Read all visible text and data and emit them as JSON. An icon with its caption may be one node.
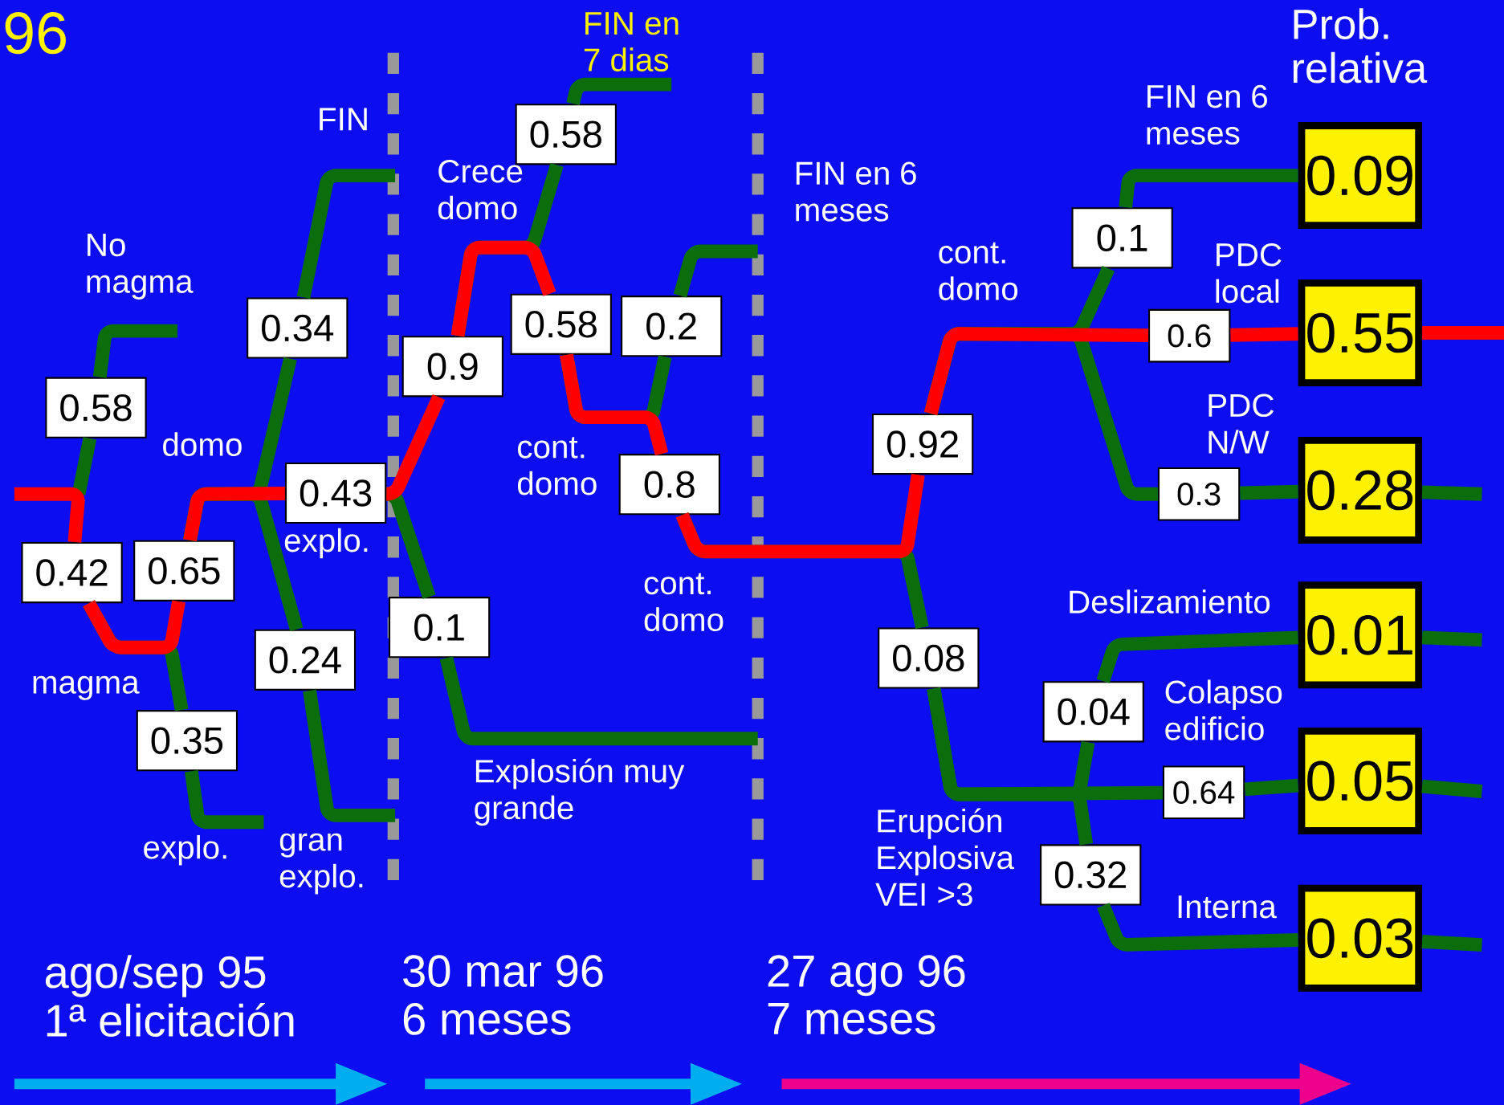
{
  "diagram": {
    "nodes": [
      {
        "text": [
          "0.58"
        ]
      },
      {
        "text": [
          "0.42"
        ]
      },
      {
        "text": [
          "0.65"
        ]
      },
      {
        "text": [
          "0.35"
        ]
      },
      {
        "text": [
          "0.34"
        ]
      },
      {
        "text": [
          "0.43"
        ]
      },
      {
        "text": [
          "0.24"
        ]
      },
      {
        "text": [
          "0.9"
        ]
      },
      {
        "text": [
          "0.1"
        ]
      },
      {
        "text": [
          "0.58"
        ]
      },
      {
        "text": [
          "0.58"
        ]
      },
      {
        "text": [
          "0.2"
        ]
      },
      {
        "text": [
          "0.8"
        ]
      },
      {
        "text": [
          "0.92"
        ]
      },
      {
        "text": [
          "0.08"
        ]
      },
      {
        "text": [
          "0.1"
        ]
      },
      {
        "text": [
          "0.6"
        ]
      },
      {
        "text": [
          "0.3"
        ]
      },
      {
        "text": [
          "0.04"
        ]
      },
      {
        "text": [
          "0.64"
        ]
      },
      {
        "text": [
          "0.32"
        ]
      },
      {
        "text": [
          "0.09"
        ]
      },
      {
        "text": [
          "0.55"
        ]
      },
      {
        "text": [
          "0.28"
        ]
      },
      {
        "text": [
          "0.01"
        ]
      },
      {
        "text": [
          "0.05"
        ]
      },
      {
        "text": [
          "0.03"
        ]
      }
    ],
    "edges": [
      {
        "from": null,
        "to": 1,
        "arrow": "none",
        "color": "#ff0000"
      },
      {
        "from": null,
        "to": 0,
        "arrow": "none"
      },
      {
        "from": 0,
        "to": null,
        "arrow": "none"
      },
      {
        "from": 1,
        "to": 2,
        "arrow": "none",
        "color": "#ff0000"
      },
      {
        "from": 1,
        "to": 3,
        "arrow": "none"
      },
      {
        "from": 3,
        "to": null,
        "arrow": "none"
      },
      {
        "from": 2,
        "to": 5,
        "arrow": "none",
        "color": "#ff0000"
      },
      {
        "from": 2,
        "to": 4,
        "arrow": "none"
      },
      {
        "from": 2,
        "to": 6,
        "arrow": "none"
      },
      {
        "from": 4,
        "to": null,
        "arrow": "none"
      },
      {
        "from": 6,
        "to": null,
        "arrow": "none"
      },
      {
        "from": 5,
        "to": 7,
        "arrow": "none",
        "color": "#ff0000"
      },
      {
        "from": 5,
        "to": 8,
        "arrow": "none"
      },
      {
        "from": 8,
        "to": null,
        "arrow": "none"
      },
      {
        "from": 7,
        "to": 10,
        "arrow": "none",
        "color": "#ff0000"
      },
      {
        "from": 7,
        "to": 9,
        "arrow": "none"
      },
      {
        "from": 9,
        "to": null,
        "arrow": "none"
      },
      {
        "from": 10,
        "to": 12,
        "arrow": "none",
        "color": "#ff0000"
      },
      {
        "from": 10,
        "to": 11,
        "arrow": "none"
      },
      {
        "from": 11,
        "to": null,
        "arrow": "none"
      },
      {
        "from": 12,
        "to": 13,
        "arrow": "none",
        "color": "#ff0000"
      },
      {
        "from": 12,
        "to": 14,
        "arrow": "none"
      },
      {
        "from": 13,
        "to": 16,
        "arrow": "none",
        "color": "#ff0000"
      },
      {
        "from": 13,
        "to": 15,
        "arrow": "none"
      },
      {
        "from": 13,
        "to": 17,
        "arrow": "none"
      },
      {
        "from": 15,
        "to": 21,
        "arrow": "none"
      },
      {
        "from": 16,
        "to": 22,
        "arrow": "none",
        "color": "#ff0000"
      },
      {
        "from": 17,
        "to": 23,
        "arrow": "none"
      },
      {
        "from": 14,
        "to": 19,
        "arrow": "none"
      },
      {
        "from": 14,
        "to": 18,
        "arrow": "none"
      },
      {
        "from": 14,
        "to": 20,
        "arrow": "none"
      },
      {
        "from": 18,
        "to": 24,
        "arrow": "none"
      },
      {
        "from": 19,
        "to": 25,
        "arrow": "none"
      },
      {
        "from": 20,
        "to": 26,
        "arrow": "none"
      },
      {
        "from": 22,
        "to": null,
        "arrow": "none",
        "color": "#ff0000"
      },
      {
        "from": 23,
        "to": null,
        "arrow": "none"
      },
      {
        "from": 24,
        "to": null,
        "arrow": "none"
      },
      {
        "from": 25,
        "to": null,
        "arrow": "none"
      },
      {
        "from": 26,
        "to": null,
        "arrow": "none"
      }
    ],
    "labels": [
      "96",
      "FIN en 7 dias",
      "Prob. relativa",
      "FIN en 6 meses",
      "FIN",
      "Crece domo",
      "FIN en 6 meses",
      "No magma",
      "cont. domo",
      "PDC local",
      "PDC N/W",
      "domo",
      "cont. domo",
      "explo.",
      "cont. domo",
      "Deslizamiento",
      "magma",
      "Colapso edificio",
      "Explosión muy grande",
      "explo.",
      "gran explo.",
      "Erupción Explosiva VEI >3",
      "Interna",
      "ago/sep 95",
      "1ª elicitación",
      "30 mar 96",
      "6 meses",
      "27 ago 96",
      "7 meses"
    ]
  }
}
